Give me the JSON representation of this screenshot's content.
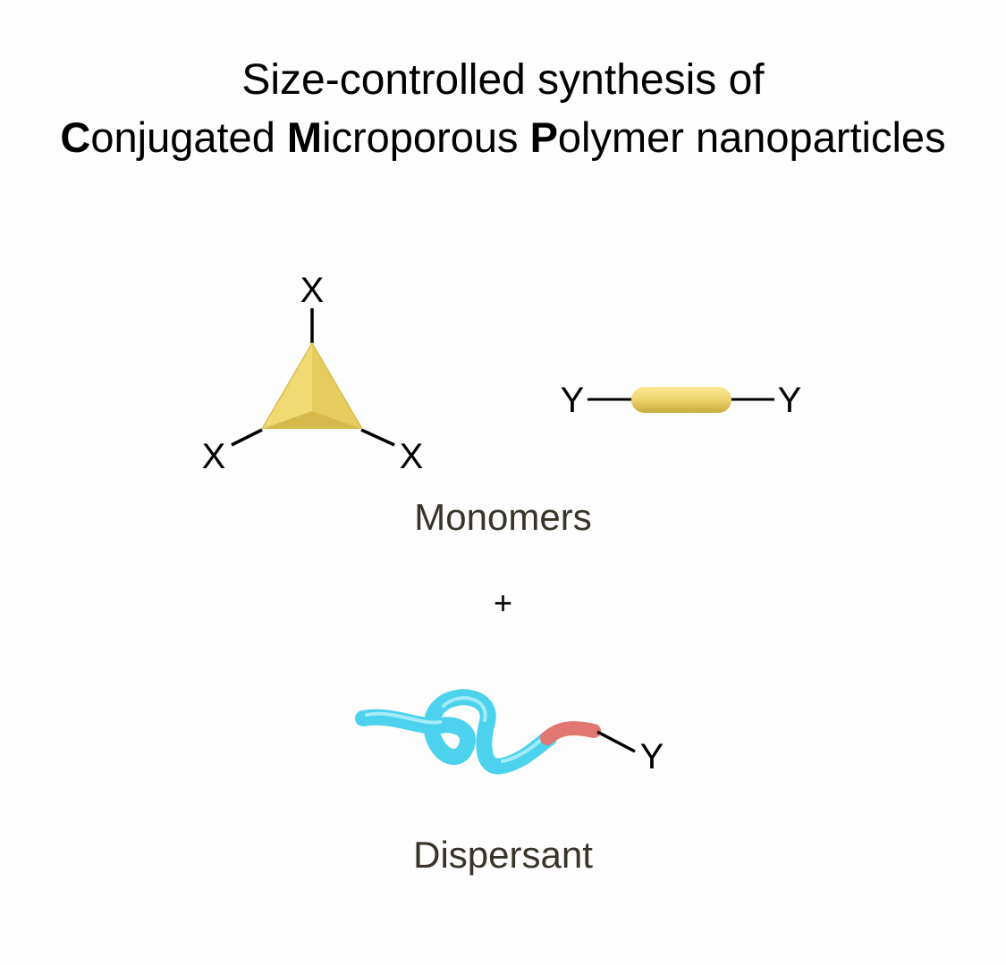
{
  "title": {
    "line1": "Size-controlled synthesis of",
    "line2": [
      {
        "text": "C",
        "bold": true
      },
      {
        "text": "onjugated ",
        "bold": false
      },
      {
        "text": "M",
        "bold": true
      },
      {
        "text": "icroporous ",
        "bold": false
      },
      {
        "text": "P",
        "bold": true
      },
      {
        "text": "olymer nanoparticles",
        "bold": false
      }
    ]
  },
  "monomers": {
    "tripodal_labels": {
      "top": "X",
      "left": "X",
      "right": "X"
    },
    "linear_labels": {
      "left": "Y",
      "right": "Y"
    },
    "caption": "Monomers"
  },
  "plus": "+",
  "dispersant": {
    "end_label": "Y",
    "caption": "Dispersant"
  },
  "colors": {
    "monomer_gold": "#ecd46c",
    "monomer_gold_dark": "#c9a93c",
    "dispersant_cyan": "#4dd2ee",
    "dispersant_end_red": "#e07771",
    "caption_text": "#38342a",
    "bond_line": "#000000",
    "background": "#fdfdfd"
  }
}
